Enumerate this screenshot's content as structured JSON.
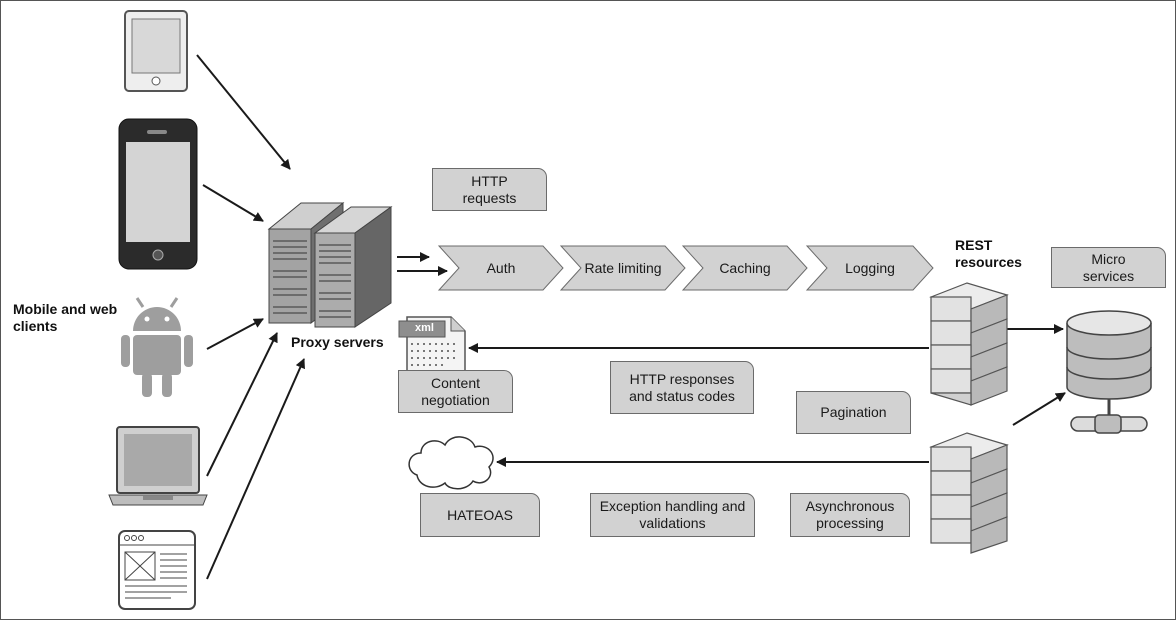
{
  "labels": {
    "clients": "Mobile and web clients",
    "proxy": "Proxy servers",
    "rest": "REST resources",
    "xml": "xml"
  },
  "boxes": {
    "http_requests": "HTTP requests",
    "micro_services": "Micro services",
    "content_negotiation": "Content negotiation",
    "http_responses": "HTTP responses and status codes",
    "pagination": "Pagination",
    "hateoas": "HATEOAS",
    "exception_handling": "Exception handling and validations",
    "async_processing": "Asynchronous processing"
  },
  "pipeline": [
    "Auth",
    "Rate limiting",
    "Caching",
    "Logging"
  ],
  "icons": [
    "tablet-icon",
    "smartphone-icon",
    "android-icon",
    "laptop-icon",
    "web-browser-icon",
    "server-rack-icon",
    "xml-document-icon",
    "cloud-icon",
    "rest-resource-stack-icon",
    "database-icon"
  ],
  "colors": {
    "box_fill": "#d2d2d2",
    "stroke": "#222222",
    "device_gray": "#9a9a9a"
  }
}
